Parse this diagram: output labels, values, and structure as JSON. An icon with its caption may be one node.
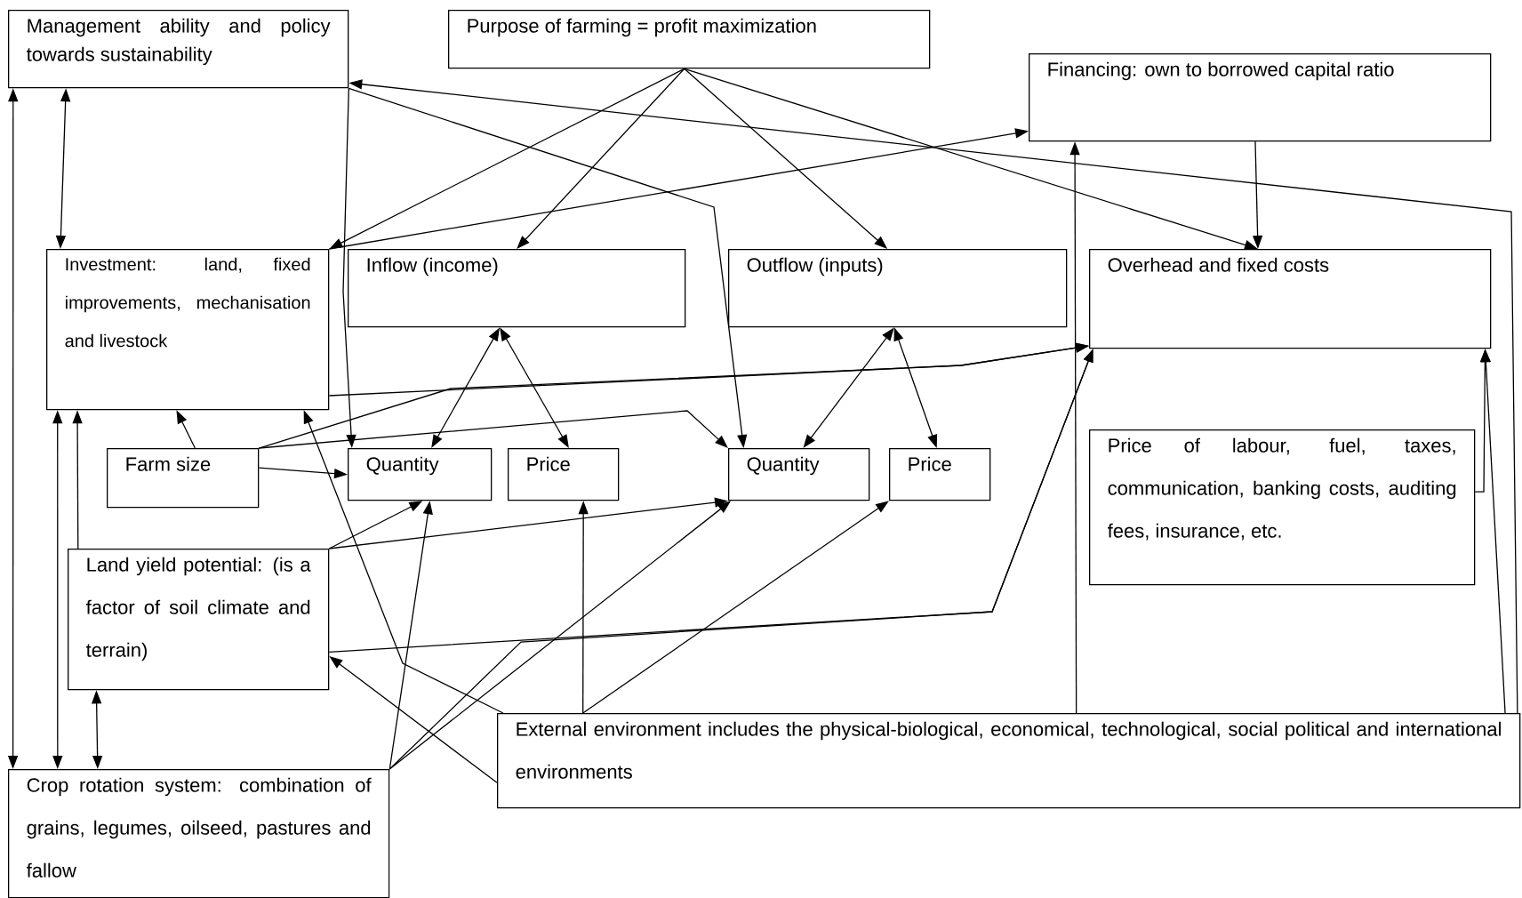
{
  "diagram": {
    "nodes": [
      {
        "text": [
          "Management ability and policy towards sustainability"
        ]
      },
      {
        "text": [
          "Purpose of farming = profit maximization"
        ]
      },
      {
        "text": [
          "Financing: own to borrowed capital ratio"
        ]
      },
      {
        "text": [
          "Investment: land, fixed improvements, mechanisation and livestock"
        ]
      },
      {
        "text": [
          "Inflow (income)"
        ]
      },
      {
        "text": [
          "Outflow (inputs)"
        ]
      },
      {
        "text": [
          "Overhead and fixed costs"
        ]
      },
      {
        "text": [
          "Farm size"
        ]
      },
      {
        "text": [
          "Quantity"
        ]
      },
      {
        "text": [
          "Price"
        ]
      },
      {
        "text": [
          "Quantity"
        ]
      },
      {
        "text": [
          "Price"
        ]
      },
      {
        "text": [
          "Price of labour, fuel, taxes, communication, banking costs, auditing fees, insurance, etc."
        ]
      },
      {
        "text": [
          "Land yield potential: (is a factor of soil climate and terrain)"
        ]
      },
      {
        "text": [
          "External environment includes the physical-biological, economical, technological, social political and international environments"
        ]
      },
      {
        "text": [
          "Crop rotation system: combination of grains, legumes, oilseed, pastures and fallow"
        ]
      }
    ],
    "edges": [
      {
        "from": 1,
        "to": 3,
        "arrow": "to"
      },
      {
        "from": 1,
        "to": 4,
        "arrow": "to"
      },
      {
        "from": 1,
        "to": 5,
        "arrow": "to"
      },
      {
        "from": 1,
        "to": 6,
        "arrow": "to"
      },
      {
        "from": 0,
        "to": 3,
        "arrow": "both"
      },
      {
        "from": 15,
        "to": 0,
        "arrow": "both"
      },
      {
        "from": 0,
        "to": 8,
        "arrow": "to"
      },
      {
        "from": 0,
        "to": 10,
        "arrow": "to"
      },
      {
        "from": 14,
        "to": 0,
        "arrow": "to"
      },
      {
        "from": 3,
        "to": 2,
        "arrow": "to"
      },
      {
        "from": 2,
        "to": 6,
        "arrow": "to"
      },
      {
        "from": 3,
        "to": 6,
        "arrow": "to"
      },
      {
        "from": 7,
        "to": 6,
        "arrow": "to"
      },
      {
        "from": 4,
        "to": 8,
        "arrow": "both"
      },
      {
        "from": 4,
        "to": 9,
        "arrow": "both"
      },
      {
        "from": 5,
        "to": 10,
        "arrow": "both"
      },
      {
        "from": 5,
        "to": 11,
        "arrow": "both"
      },
      {
        "from": 7,
        "to": 3,
        "arrow": "to"
      },
      {
        "from": 7,
        "to": 8,
        "arrow": "to"
      },
      {
        "from": 7,
        "to": 10,
        "arrow": "to"
      },
      {
        "from": 13,
        "to": 3,
        "arrow": "to"
      },
      {
        "from": 13,
        "to": 8,
        "arrow": "to"
      },
      {
        "from": 13,
        "to": 10,
        "arrow": "to"
      },
      {
        "from": 15,
        "to": 3,
        "arrow": "both"
      },
      {
        "from": 15,
        "to": 13,
        "arrow": "both"
      },
      {
        "from": 15,
        "to": 8,
        "arrow": "to"
      },
      {
        "from": 15,
        "to": 10,
        "arrow": "to"
      },
      {
        "from": 13,
        "to": 6,
        "arrow": "to"
      },
      {
        "from": 15,
        "to": 6,
        "arrow": "to"
      },
      {
        "from": 14,
        "to": 3,
        "arrow": "to"
      },
      {
        "from": 14,
        "to": 13,
        "arrow": "to"
      },
      {
        "from": 14,
        "to": 9,
        "arrow": "to"
      },
      {
        "from": 14,
        "to": 11,
        "arrow": "to"
      },
      {
        "from": 14,
        "to": 2,
        "arrow": "to"
      },
      {
        "from": 14,
        "to": 6,
        "arrow": "to"
      },
      {
        "from": 12,
        "to": 6,
        "arrow": "to"
      }
    ]
  }
}
